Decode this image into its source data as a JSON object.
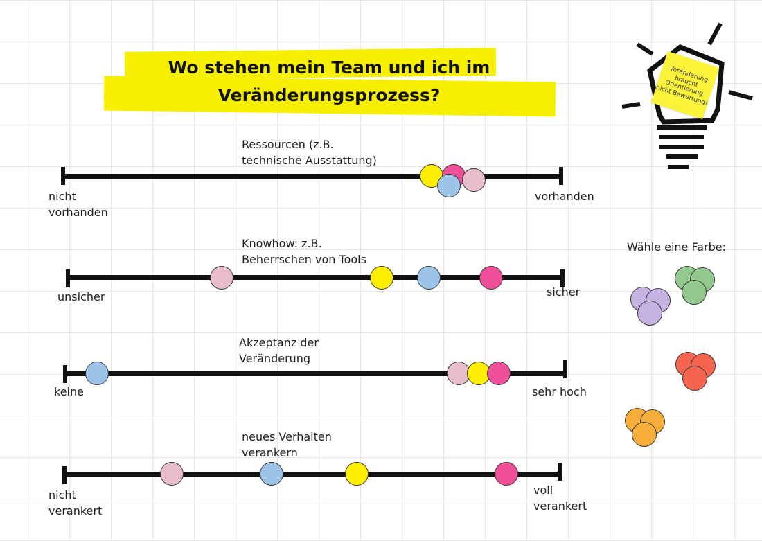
{
  "header": {
    "title_line1": "Wo stehen mein Team und ich im",
    "title_line2": "Veränderungsprozess?"
  },
  "lightbulb": {
    "note_text": "Veränderung\nbraucht\nOrientierung\nnicht Bewertung!",
    "note_color": "#fbf23a"
  },
  "colors": {
    "yellow": "#ffee00",
    "pink": "#f0509a",
    "blue": "#9cc4e8",
    "rose": "#e8bccd",
    "purple": "#c6b3e3",
    "green": "#94c98e",
    "red": "#f5644f",
    "orange": "#f7ad3a"
  },
  "scales": [
    {
      "label": "Ressourcen (z.B.\ntechnische Ausstattung)",
      "left_label": "nicht\nvorhanden",
      "right_label": "vorhanden",
      "dots": [
        {
          "color": "yellow",
          "value": 0.74
        },
        {
          "color": "pink",
          "value": 0.785
        },
        {
          "color": "blue",
          "value": 0.775
        },
        {
          "color": "rose",
          "value": 0.825
        }
      ]
    },
    {
      "label": "Knowhow: z.B.\nBeherrschen von Tools",
      "left_label": "unsicher",
      "right_label": "sicher",
      "dots": [
        {
          "color": "rose",
          "value": 0.32
        },
        {
          "color": "yellow",
          "value": 0.64
        },
        {
          "color": "blue",
          "value": 0.735
        },
        {
          "color": "pink",
          "value": 0.86
        }
      ]
    },
    {
      "label": "Akzeptanz der\nVeränderung",
      "left_label": "keine",
      "right_label": "sehr hoch",
      "dots": [
        {
          "color": "blue",
          "value": 0.07
        },
        {
          "color": "rose",
          "value": 0.795
        },
        {
          "color": "yellow",
          "value": 0.835
        },
        {
          "color": "pink",
          "value": 0.875
        }
      ]
    },
    {
      "label": "neues Verhalten\nverankern",
      "left_label": "nicht\nverankert",
      "right_label": "voll\nverankert",
      "dots": [
        {
          "color": "rose",
          "value": 0.22
        },
        {
          "color": "blue",
          "value": 0.42
        },
        {
          "color": "yellow",
          "value": 0.59
        },
        {
          "color": "pink",
          "value": 0.89
        }
      ]
    }
  ],
  "palette": {
    "title": "Wähle eine Farbe:",
    "groups": [
      "green",
      "purple",
      "red",
      "orange"
    ]
  }
}
